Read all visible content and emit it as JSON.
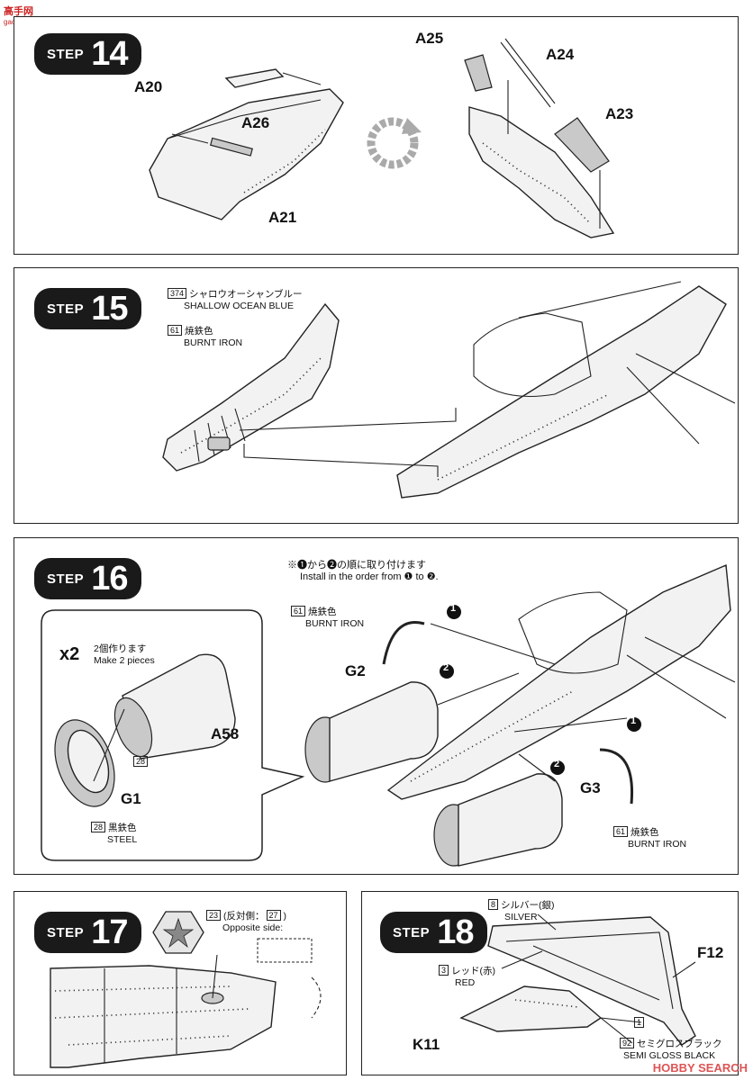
{
  "site": {
    "logo_text": "高手网",
    "logo_sub": "gao-shou.com"
  },
  "watermark": "HOBBY SEARCH",
  "step14": {
    "word": "STEP",
    "num": "14",
    "labels": {
      "a20": "A20",
      "a26": "A26",
      "a21": "A21",
      "a25": "A25",
      "a24": "A24",
      "a23": "A23"
    }
  },
  "step15": {
    "word": "STEP",
    "num": "15",
    "color1": {
      "code": "374",
      "jp": "シャロウオーシャンブルー",
      "en": "SHALLOW OCEAN BLUE"
    },
    "color2": {
      "code": "61",
      "jp": "焼鉄色",
      "en": "BURNT IRON"
    }
  },
  "step16": {
    "word": "STEP",
    "num": "16",
    "order_jp": "※❶から❷の順に取り付けます",
    "order_en": "Install in the order from ❶ to ❷.",
    "x2": "x2",
    "make_jp": "2個作ります",
    "make_en": "Make 2 pieces",
    "labels": {
      "a58": "A58",
      "g1": "G1",
      "g2": "G2",
      "g3": "G3"
    },
    "badge_28": "28",
    "steel": {
      "code": "28",
      "jp": "黒鉄色",
      "en": "STEEL"
    },
    "burnt_left": {
      "code": "61",
      "jp": "焼鉄色",
      "en": "BURNT IRON"
    },
    "burnt_right": {
      "code": "61",
      "jp": "焼鉄色",
      "en": "BURNT IRON"
    },
    "step_marks": {
      "one": "1",
      "two": "2"
    }
  },
  "step17": {
    "word": "STEP",
    "num": "17",
    "code23": "23",
    "opp_jp": "(反対側：",
    "code27": "27",
    "opp_close": ")",
    "opp_en": "Opposite side:"
  },
  "step18": {
    "word": "STEP",
    "num": "18",
    "silver": {
      "code": "8",
      "jp": "シルバー(銀)",
      "en": "SILVER"
    },
    "red": {
      "code": "3",
      "jp": "レッド(赤)",
      "en": "RED"
    },
    "black": {
      "code": "92",
      "jp": "セミグロスブラック",
      "en": "SEMI GLOSS BLACK"
    },
    "code1": "1",
    "labels": {
      "f12": "F12",
      "k11": "K11"
    }
  },
  "colors": {
    "badge": "#1a1a1a",
    "line": "#222222",
    "part_fill": "#f2f2f2"
  }
}
